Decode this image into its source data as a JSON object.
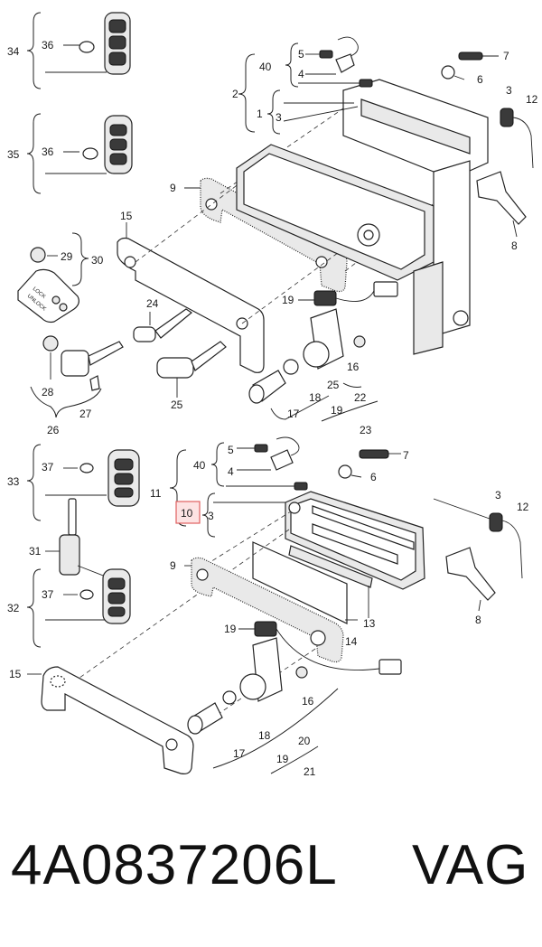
{
  "callouts": {
    "c34": "34",
    "c36a": "36",
    "c35": "35",
    "c36b": "36",
    "c29": "29",
    "c30": "30",
    "c24": "24",
    "c25a": "25",
    "c28": "28",
    "c27": "27",
    "c26": "26",
    "c33": "33",
    "c37a": "37",
    "c31": "31",
    "c32": "32",
    "c37b": "37",
    "c15a": "15",
    "c9a": "9",
    "c2": "2",
    "c40a": "40",
    "c5a": "5",
    "c4a": "4",
    "c1": "1",
    "c3a": "3",
    "c7a": "7",
    "c6a": "6",
    "c3b": "3",
    "c12a": "12",
    "c8a": "8",
    "c19a": "19",
    "c16a": "16",
    "c18a": "18",
    "c17a": "17",
    "c25b": "25",
    "c22": "22",
    "c19b": "19",
    "c23": "23",
    "c11": "11",
    "c40b": "40",
    "c5b": "5",
    "c4b": "4",
    "c7b": "7",
    "c6b": "6",
    "c10": "10",
    "c3c": "3",
    "c3d": "3",
    "c12b": "12",
    "c8b": "8",
    "c9b": "9",
    "c13": "13",
    "c14": "14",
    "c15b": "15",
    "c19c": "19",
    "c16b": "16",
    "c18b": "18",
    "c17b": "17",
    "c20": "20",
    "c19d": "19",
    "c21": "21"
  },
  "key_fob_text": {
    "unlock": "UNLOCK",
    "lock": "LOCK"
  },
  "footer": {
    "part_number": "4A0837206L",
    "brand": "VAG"
  },
  "highlight_color": "#e06060"
}
